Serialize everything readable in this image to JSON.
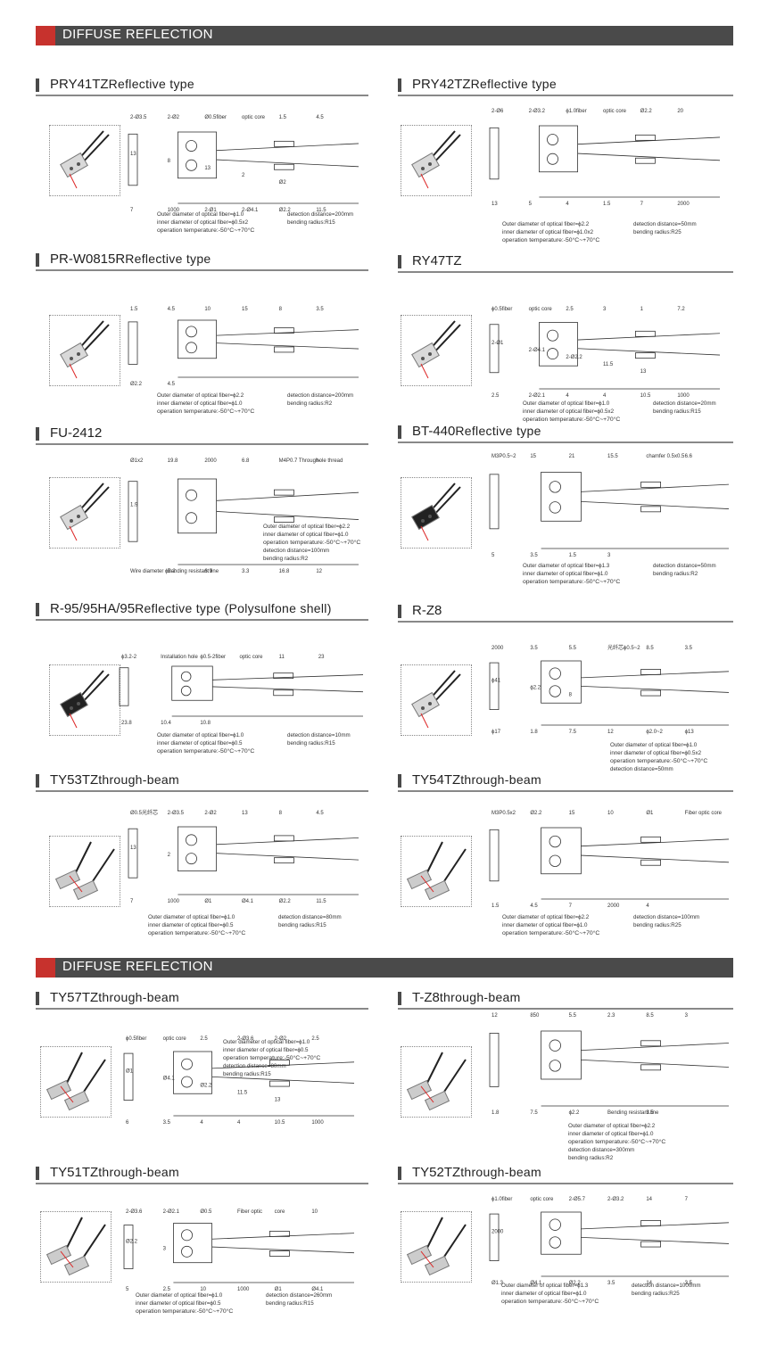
{
  "banners": [
    {
      "text": "DIFFUSE REFLECTION"
    },
    {
      "text": "DIFFUSE REFLECTION"
    }
  ],
  "products": [
    {
      "model": "PRY41TZ",
      "type": "Reflective type",
      "notes": [
        "Outer diameter of optical fiber=ϕ1.0",
        "inner diameter of optical fiber=ϕ0.5x2",
        "operation temperature:-50°C~+70°C"
      ],
      "extra": [
        "detection distance=200mm",
        "bending radius:R15"
      ],
      "labels": [
        "2-Ø3.5",
        "2-Ø2",
        "Ø0.5fiber",
        "optic core",
        "1.5",
        "4.5",
        "7",
        "1000",
        "2-Ø1",
        "2-Ø4.1",
        "Ø2.2",
        "11.5",
        "13",
        "8",
        "13",
        "2",
        "Ø2"
      ]
    },
    {
      "model": "PRY42TZ",
      "type": "Reflective type",
      "notes": [
        "Outer diameter of optical fiber=ϕ2.2",
        "inner diameter of optical fiber=ϕ1.0x2",
        "operation temperature:-50°C~+70°C"
      ],
      "extra": [
        "detection distance=50mm",
        "bending radius:R25"
      ],
      "labels": [
        "2-Ø6",
        "2-Ø3.2",
        "ϕ1.0fiber",
        "optic core",
        "Ø2.2",
        "20",
        "13",
        "5",
        "4",
        "1.5",
        "7",
        "2000"
      ]
    },
    {
      "model": "PR-W0815R",
      "type": "Reflective type",
      "notes": [
        "Outer diameter of optical fiber=ϕ2.2",
        "inner diameter of optical fiber=ϕ1.0",
        "operation temperature:-50°C~+70°C"
      ],
      "extra": [
        "detection distance=200mm",
        "bending radius:R2"
      ],
      "labels": [
        "1.5",
        "4.5",
        "10",
        "15",
        "8",
        "3.5",
        "Ø2.2",
        "4.5"
      ]
    },
    {
      "model": "RY47TZ",
      "type": "",
      "notes": [
        "Outer diameter of optical fiber=ϕ1.0",
        "inner diameter of optical fiber=ϕ0.5x2",
        "operation temperature:-50°C~+70°C"
      ],
      "extra": [
        "detection distance=20mm",
        "bending radius:R15"
      ],
      "labels": [
        "ϕ0.5fiber",
        "optic core",
        "2.5",
        "3",
        "1",
        "7.2",
        "2.5",
        "2-Ø2.1",
        "4",
        "4",
        "10.5",
        "1000",
        "2-Ø1",
        "2-Ø4.1",
        "2-Ø2.2",
        "11.5",
        "13"
      ]
    },
    {
      "model": "FU-2412",
      "type": "",
      "notes": [
        "Outer diameter of optical fiber=ϕ2.2",
        "inner diameter of optical fiber=ϕ1.0",
        "operation temperature:-50°C~+70°C",
        "detection distance=100mm",
        "bending radius:R2"
      ],
      "extra": [],
      "labels": [
        "Ø1x2",
        "19.8",
        "2000",
        "6.8",
        "M4P0.7 Through-",
        "hole thread",
        "Wire diameter ϕ2.2",
        "Bending resistant line",
        "6.9",
        "3.3",
        "16.8",
        "12",
        "1.9"
      ]
    },
    {
      "model": "BT-440",
      "type": "Reflective type",
      "notes": [
        "Outer diameter of optical fiber=ϕ1.3",
        "inner diameter of optical fiber=ϕ1.0",
        "operation temperature:-50°C~+70°C"
      ],
      "extra": [
        "detection distance=50mm",
        "bending radius:R2"
      ],
      "labels": [
        "M3P0.5~2",
        "15",
        "21",
        "15.5",
        "chamfer 0.5x0.5",
        "6.6",
        "5",
        "3.5",
        "1.5",
        "3"
      ]
    },
    {
      "model": "R-95/95HA/95",
      "type": "Reflective type (Polysulfone shell)",
      "notes": [
        "Outer diameter of optical fiber=ϕ1.0",
        "inner diameter of optical fiber=ϕ0.5",
        "operation temperature:-50°C~+70°C"
      ],
      "extra": [
        "detection distance=10mm",
        "bending radius:R15"
      ],
      "labels": [
        "ϕ3.2-2",
        "Installation hole",
        "ϕ0.5-2fiber",
        "optic core",
        "11",
        "23",
        "23.8",
        "10.4",
        "10.8"
      ]
    },
    {
      "model": "R-Z8",
      "type": "",
      "notes": [
        "Outer diameter of optical fiber=ϕ1.0",
        "inner diameter of optical fiber=ϕ0.5x2",
        "operation temperature:-50°C~+70°C",
        "detection distance=50mm"
      ],
      "extra": [],
      "labels": [
        "2000",
        "3.5",
        "5.5",
        "光纤芯ϕ0.5~2",
        "8.5",
        "3.5",
        "ϕ17",
        "1.8",
        "7.5",
        "12",
        "ϕ2.0~2",
        "ϕ13",
        "ϕ41",
        "ϕ2.2",
        "8"
      ]
    },
    {
      "model": "TY53TZ",
      "type": "through-beam",
      "notes": [
        "Outer diameter of optical fiber=ϕ1.0",
        "inner diameter of optical fiber=ϕ0.5",
        "operation temperature:-50°C~+70°C"
      ],
      "extra": [
        "detection distance=80mm",
        "bending radius:R15"
      ],
      "labels": [
        "Ø0.5光纤芯",
        "2-Ø3.5",
        "2-Ø2",
        "13",
        "8",
        "4.5",
        "7",
        "1000",
        "Ø1",
        "Ø4.1",
        "Ø2.2",
        "11.5",
        "13",
        "2"
      ]
    },
    {
      "model": "TY54TZ",
      "type": "through-beam",
      "notes": [
        "Outer diameter of optical fiber=ϕ2.2",
        "inner diameter of optical fiber=ϕ1.0",
        "operation temperature:-50°C~+70°C"
      ],
      "extra": [
        "detection distance=100mm",
        "bending radius:R25"
      ],
      "labels": [
        "M3P0.5x2",
        "Ø2.2",
        "15",
        "10",
        "Ø1",
        "Fiber optic core",
        "1.5",
        "4.5",
        "7",
        "2000",
        "4"
      ]
    },
    {
      "model": "TY57TZ",
      "type": "through-beam",
      "notes": [
        "Outer diameter of optical fiber=ϕ1.0",
        "inner diameter of optical fiber=ϕ0.5",
        "operation temperature:-50°C~+70°C",
        "detection distance=80mm",
        "bending radius:R15"
      ],
      "extra": [],
      "labels": [
        "ϕ0.5fiber",
        "optic core",
        "2.5",
        "2-Ø3.6",
        "2-Ø2",
        "2.5",
        "6",
        "3.5",
        "4",
        "4",
        "10.5",
        "1000",
        "Ø1",
        "Ø4.1",
        "Ø2.2",
        "11.5",
        "13"
      ]
    },
    {
      "model": "T-Z8",
      "type": "through-beam",
      "notes": [
        "Outer diameter of optical fiber=ϕ2.2",
        "inner diameter of optical fiber=ϕ1.0",
        "operation temperature:-50°C~+70°C",
        "detection distance=300mm",
        "bending radius:R2"
      ],
      "extra": [],
      "labels": [
        "12",
        "850",
        "5.5",
        "2.3",
        "8.5",
        "3",
        "1.8",
        "7.5",
        "ϕ2.2",
        "Bending resistant line",
        "3.5"
      ]
    },
    {
      "model": "TY51TZ",
      "type": "through-beam",
      "notes": [
        "Outer diameter of optical fiber=ϕ1.0",
        "inner diameter of optical fiber=ϕ0.5",
        "operation temperature:-50°C~+70°C"
      ],
      "extra": [
        "detection distance=260mm",
        "bending radius:R15"
      ],
      "labels": [
        "2-Ø3.6",
        "2-Ø2.1",
        "Ø0.5",
        "Fiber optic",
        "core",
        "10",
        "5",
        "2.5",
        "10",
        "1000",
        "Ø1",
        "Ø4.1",
        "Ø2.2",
        "3"
      ]
    },
    {
      "model": "TY52TZ",
      "type": "through-beam",
      "notes": [
        "Outer diameter of optical fiber=ϕ1.3",
        "inner diameter of optical fiber=ϕ1.0",
        "operation temperature:-50°C~+70°C"
      ],
      "extra": [
        "detection distance=1000mm",
        "bending radius:R25"
      ],
      "labels": [
        "ϕ1.0fiber",
        "optic core",
        "2-Ø5.7",
        "2-Ø3.2",
        "14",
        "7",
        "Ø1.3",
        "Ø4.1",
        "Ø2.2",
        "3.5",
        "14",
        "3.5",
        "2000"
      ]
    }
  ]
}
